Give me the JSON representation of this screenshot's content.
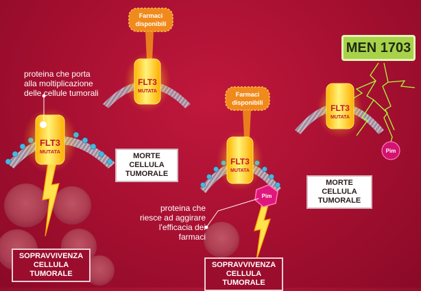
{
  "drug_labels": {
    "line1": "Farmaci",
    "line2": "disponibili"
  },
  "receptor": {
    "line1": "FLT3",
    "line2": "MUTATA"
  },
  "pim_label": "Pim",
  "annotation_left": {
    "line1": "proteina che porta",
    "line2": "alla moltiplicazione",
    "line3": "delle cellule tumorali"
  },
  "annotation_bottom": {
    "line1": "proteina che",
    "line2": "riesce ad aggirare",
    "line3": "l'efficacia dei",
    "line4": "farmaci"
  },
  "box_survival_1": {
    "line1": "SOPRAVVIVENZA",
    "line2": "CELLULA TUMORALE"
  },
  "box_death_1": {
    "line1": "MORTE CELLULA",
    "line2": "TUMORALE"
  },
  "box_survival_2": {
    "line1": "SOPRAVVIVENZA",
    "line2": "CELLULA TUMORALE"
  },
  "box_death_2": {
    "line1": "MORTE CELLULA",
    "line2": "TUMORALE"
  },
  "new_drug": "MEN 1703",
  "colors": {
    "background": "#a50f30",
    "receptor": "#ffd21e",
    "drug_blob": "#f08a1c",
    "pim": "#e0177a",
    "new_drug": "#a8d24a",
    "membrane_beads": "#49b7e0"
  }
}
